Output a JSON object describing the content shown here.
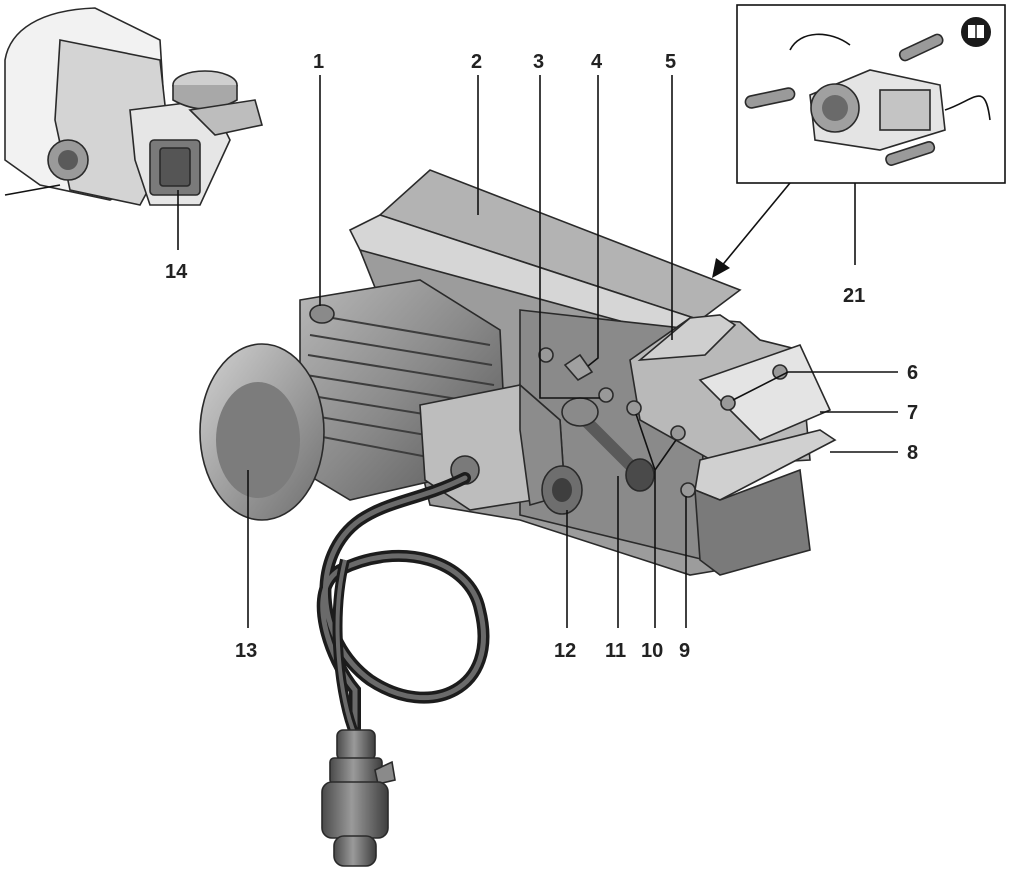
{
  "colors": {
    "background": "#ffffff",
    "body": "#8e8e8e",
    "body_light": "#cfcfcf",
    "body_mid": "#a9a9a9",
    "body_dark": "#5c5c5c",
    "label": "#222222"
  },
  "callouts": {
    "c1": "1",
    "c2": "2",
    "c3": "3",
    "c4": "4",
    "c5": "5",
    "c6": "6",
    "c7": "7",
    "c8": "8",
    "c9": "9",
    "c10": "10",
    "c11": "11",
    "c12": "12",
    "c13": "13",
    "c14": "14",
    "c21": "21"
  },
  "inset": {
    "info_icon": "info-book-icon"
  }
}
